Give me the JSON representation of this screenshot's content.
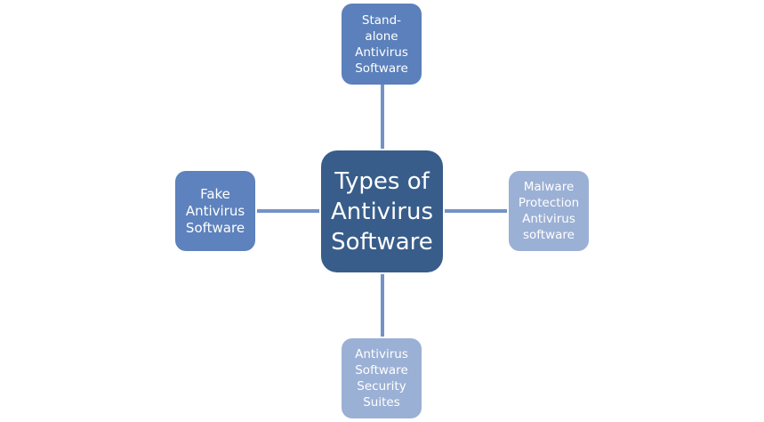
{
  "center": {
    "label": "Types of\nAntivirus\nSoftware",
    "color": "#385d8a"
  },
  "nodes": [
    {
      "id": "top",
      "label": "Stand-\nalone\nAntivirus\nSoftware",
      "color": "#5b80bb"
    },
    {
      "id": "left",
      "label": "Fake\nAntivirus\nSoftware",
      "color": "#5d82bd"
    },
    {
      "id": "right",
      "label": "Malware\nProtection\nAntivirus\nsoftware",
      "color": "#9bb0d5"
    },
    {
      "id": "bottom",
      "label": "Antivirus\nSoftware\nSecurity\nSuites",
      "color": "#9bb0d5"
    }
  ],
  "connector_color": "#7393c7"
}
